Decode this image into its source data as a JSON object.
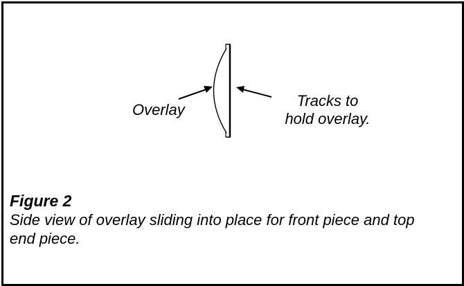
{
  "labels": {
    "overlay": "Overlay",
    "tracks_line1": "Tracks to",
    "tracks_line2": "hold overlay."
  },
  "caption": {
    "title": "Figure 2",
    "text": "Side view of overlay sliding into place for front piece and top end piece."
  }
}
